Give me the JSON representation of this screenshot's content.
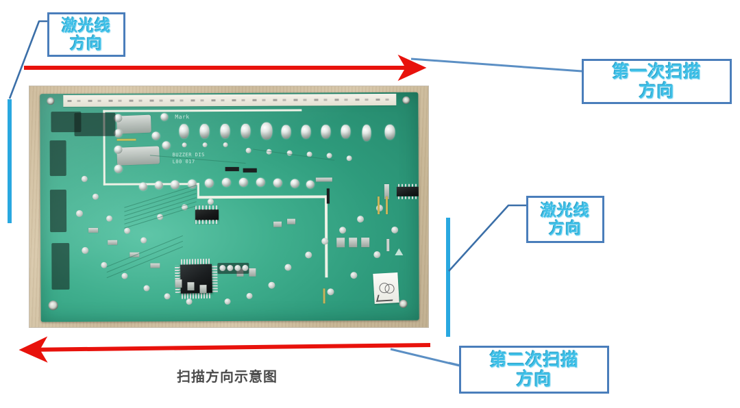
{
  "diagram": {
    "caption": "扫描方向示意图",
    "colors": {
      "callout_border": "#4a7ebb",
      "callout_text": "#3ec0e8",
      "scan_arrow": "#e8120c",
      "laser_line": "#29a8e0",
      "leader_line": "#5b8fc4",
      "caption_text": "#4a4a4a"
    },
    "callouts": [
      {
        "id": "laser-top",
        "line1": "激光线",
        "line2": "方向"
      },
      {
        "id": "scan-first",
        "line1": "第一次扫描",
        "line2": "方向"
      },
      {
        "id": "laser-right",
        "line1": "激光线",
        "line2": "方向"
      },
      {
        "id": "scan-second",
        "line1": "第二次扫描",
        "line2": "方向"
      }
    ],
    "laser_lines": [
      {
        "id": "left-laser-line",
        "orientation": "vertical"
      },
      {
        "id": "right-laser-line",
        "orientation": "vertical"
      }
    ],
    "scan_arrows": [
      {
        "id": "first-scan-arrow",
        "direction": "right"
      },
      {
        "id": "second-scan-arrow",
        "direction": "left"
      }
    ]
  },
  "pcb": {
    "silkscreen": {
      "mark": "Mark",
      "code_line1": "BUZZER DIS",
      "code_line2": "L00 017"
    }
  }
}
